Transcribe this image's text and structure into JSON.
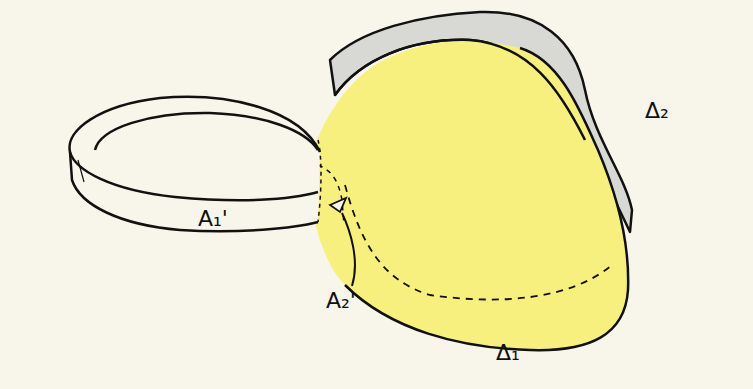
{
  "diagram": {
    "labels": [
      "A₁'",
      "A₂'",
      "Δ₂",
      "Δ₁"
    ]
  }
}
